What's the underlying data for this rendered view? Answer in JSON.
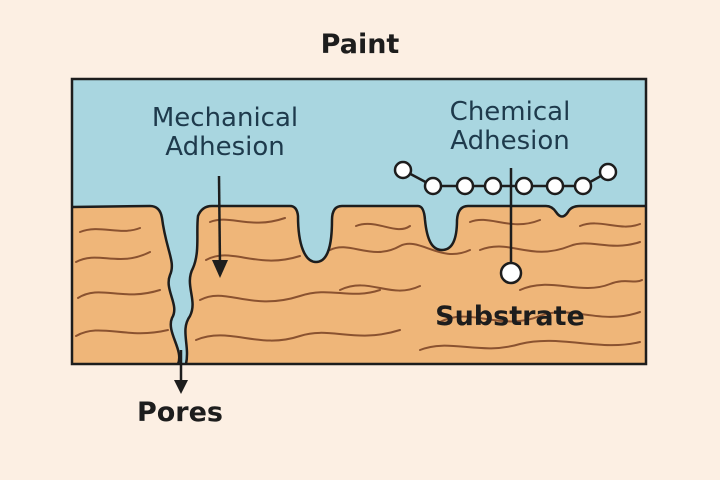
{
  "labels": {
    "paint": "Paint",
    "mechanical": "Mechanical\nAdhesion",
    "chemical": "Chemical\nAdhesion",
    "substrate": "Substrate",
    "pores": "Pores"
  },
  "colors": {
    "background": "#fcefe3",
    "paint": "#a9d6e0",
    "substrate": "#efb679",
    "grain": "#8a5230",
    "outline": "#1d1d1d",
    "label_text": "#1e3a4c"
  },
  "molecule_chain": {
    "nodes": 9,
    "anchor_nodes": 1
  }
}
